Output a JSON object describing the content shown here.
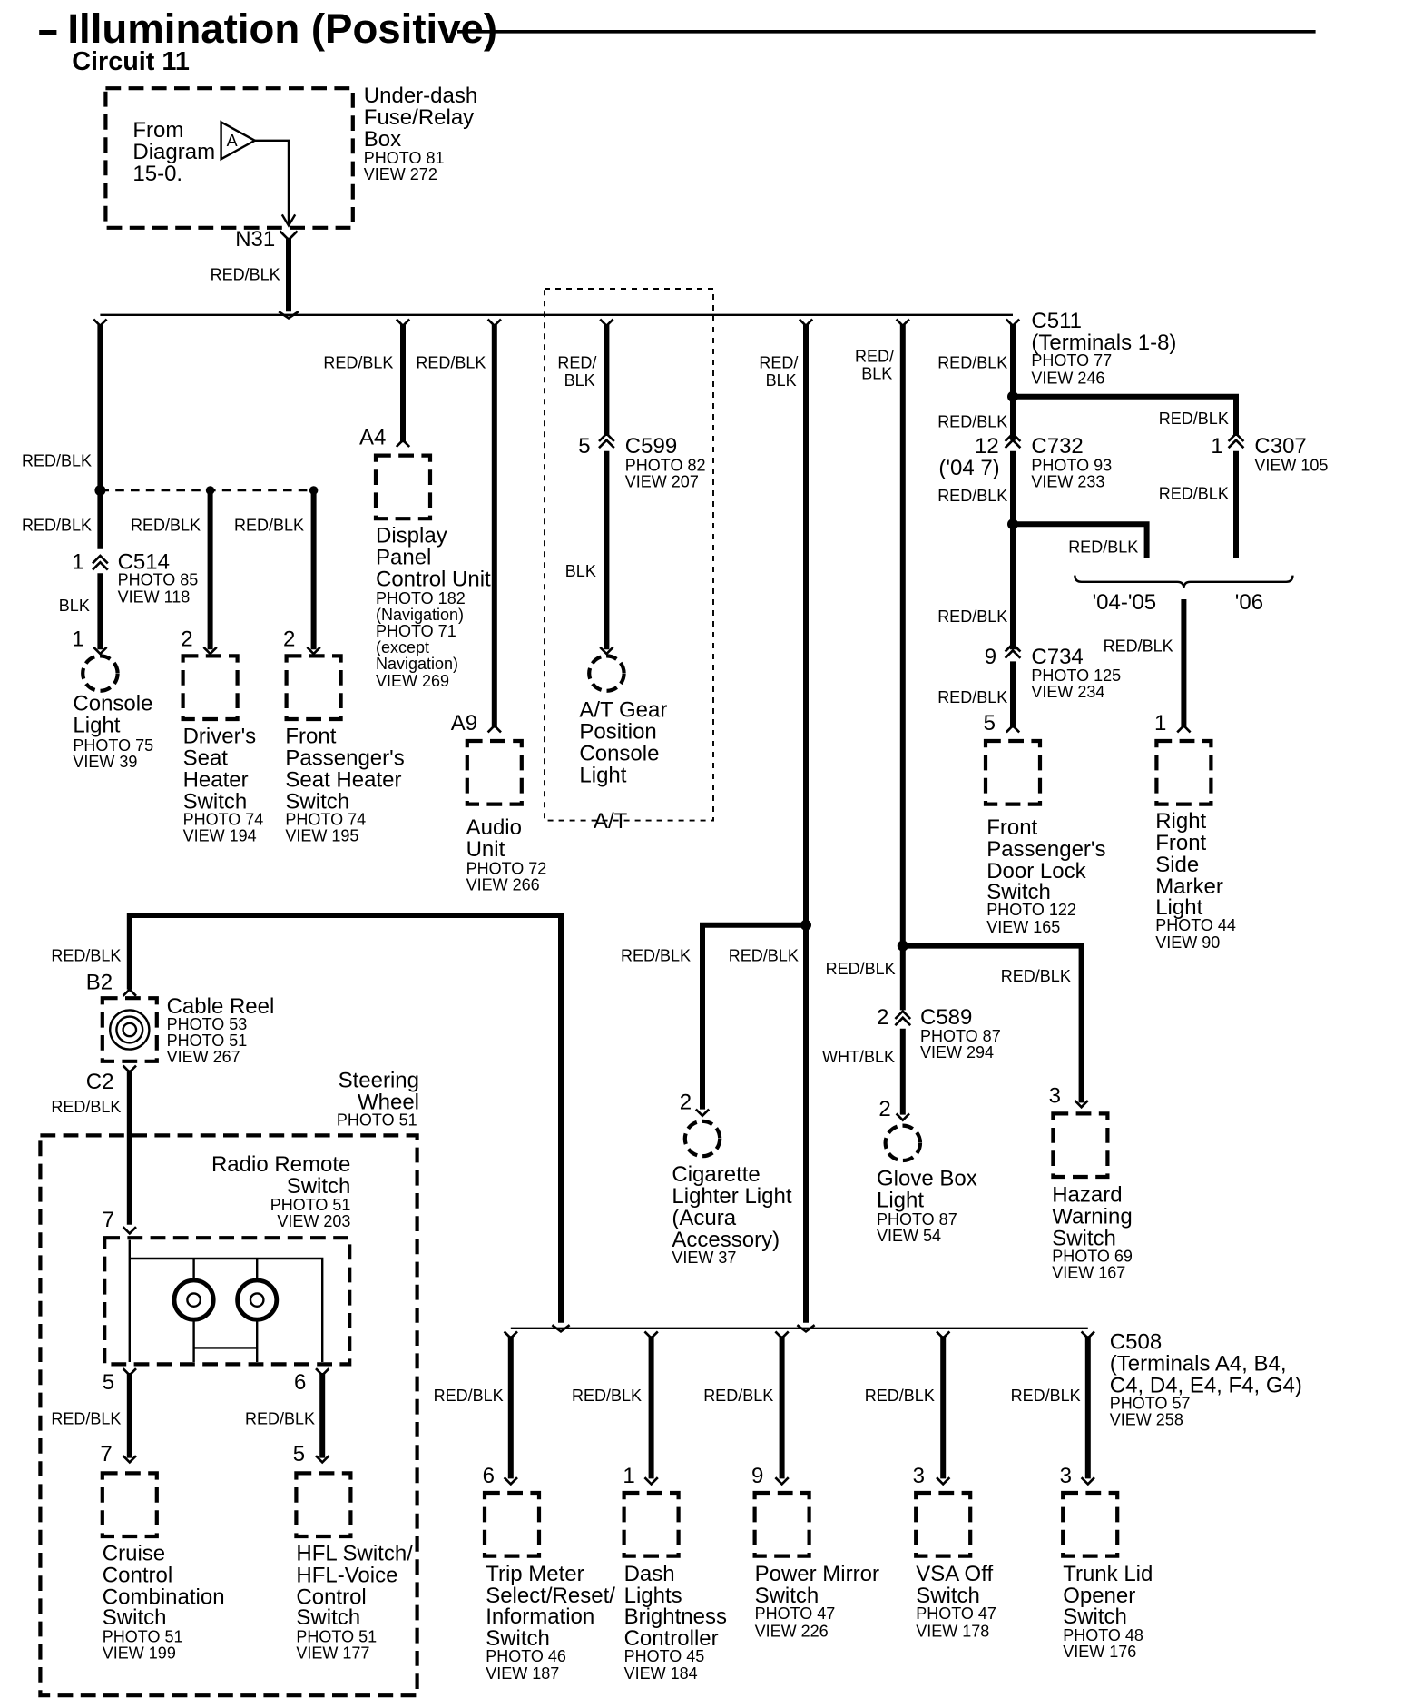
{
  "header": {
    "title": "Illumination (Positive)",
    "circuit": "Circuit 11"
  },
  "fusebox": {
    "name": [
      "Under-dash",
      "Fuse/Relay",
      "Box"
    ],
    "ref": [
      "PHOTO 81",
      "VIEW 272"
    ],
    "from": [
      "From",
      "Diagram",
      "15-0."
    ],
    "symbol": "A",
    "terminal": "N31",
    "wire": "RED/BLK"
  },
  "wire_labels": {
    "console_feed": "RED/BLK",
    "console_a": "RED/BLK",
    "driver_seat": "RED/BLK",
    "pass_seat": "RED/BLK",
    "console_b": "BLK",
    "display": "RED/BLK",
    "audio": "RED/BLK",
    "at_red": "RED/",
    "at_blk": "BLK",
    "at_low": "BLK",
    "cig_red": "RED/",
    "cig_blk": "BLK",
    "glove_red": "RED/",
    "glove_blk": "BLK",
    "c511_a": "RED/BLK",
    "c732_top": "RED/BLK",
    "c732_low": "RED/BLK",
    "c307_top": "RED/BLK",
    "c307_low": "RED/BLK",
    "fpdl_branch": "RED/BLK",
    "c734_top": "RED/BLK",
    "c734_low": "RED/BLK",
    "rfsm": "RED/BLK",
    "cable_top": "RED/BLK",
    "cable_low": "RED/BLK",
    "cig_low_l": "RED/BLK",
    "cig_low_r": "RED/BLK",
    "glove_top": "RED/BLK",
    "glove_low": "WHT/BLK",
    "hazard": "RED/BLK",
    "cruise": "RED/BLK",
    "hfl": "RED/BLK",
    "trip": "RED/BLK",
    "dash": "RED/BLK",
    "mirror": "RED/BLK",
    "vsa": "RED/BLK",
    "trunk": "RED/BLK"
  },
  "connectors": {
    "c514": {
      "name": "C514",
      "ref": [
        "PHOTO 85",
        "VIEW 118"
      ],
      "pin": "1"
    },
    "c599": {
      "name": "C599",
      "ref": [
        "PHOTO 82",
        "VIEW 207"
      ],
      "pin": "5"
    },
    "c511": {
      "name": "C511",
      "sub": "(Terminals 1-8)",
      "ref": [
        "PHOTO 77",
        "VIEW 246"
      ]
    },
    "c732": {
      "name": "C732",
      "ref": [
        "PHOTO 93",
        "VIEW 233"
      ],
      "pin": "12",
      "alt": "('04 7)"
    },
    "c307": {
      "name": "C307",
      "ref": [
        "VIEW 105"
      ],
      "pin": "1"
    },
    "c734": {
      "name": "C734",
      "ref": [
        "PHOTO 125",
        "VIEW 234"
      ],
      "pin": "9"
    },
    "c589": {
      "name": "C589",
      "ref": [
        "PHOTO 87",
        "VIEW 294"
      ],
      "pin": "2"
    },
    "c508": {
      "name": "C508",
      "sub": [
        "(Terminals A4, B4,",
        "C4, D4, E4, F4, G4)"
      ],
      "ref": [
        "PHOTO 57",
        "VIEW 258"
      ]
    }
  },
  "years": {
    "a": "'04-'05",
    "b": "'06"
  },
  "at_box": "A/T",
  "components": {
    "console_light": {
      "pin": "1",
      "name": [
        "Console",
        "Light"
      ],
      "ref": [
        "PHOTO 75",
        "VIEW 39"
      ]
    },
    "driver_seat": {
      "pin": "2",
      "name": [
        "Driver's",
        "Seat",
        "Heater",
        "Switch"
      ],
      "ref": [
        "PHOTO 74",
        "VIEW 194"
      ]
    },
    "pass_seat": {
      "pin": "2",
      "name": [
        "Front",
        "Passenger's",
        "Seat Heater",
        "Switch"
      ],
      "ref": [
        "PHOTO 74",
        "VIEW 195"
      ]
    },
    "display": {
      "pin": "A4",
      "name": [
        "Display",
        "Panel",
        "Control Unit"
      ],
      "ref": [
        "PHOTO 182",
        "(Navigation)",
        "PHOTO 71",
        "(except",
        "Navigation)",
        "VIEW 269"
      ]
    },
    "audio": {
      "pin": "A9",
      "name": [
        "Audio",
        "Unit"
      ],
      "ref": [
        "PHOTO 72",
        "VIEW 266"
      ]
    },
    "at_gear": {
      "name": [
        "A/T Gear",
        "Position",
        "Console",
        "Light"
      ]
    },
    "fpdl": {
      "pin": "5",
      "name": [
        "Front",
        "Passenger's",
        "Door Lock",
        "Switch"
      ],
      "ref": [
        "PHOTO 122",
        "VIEW 165"
      ]
    },
    "rfsm": {
      "pin": "1",
      "name": [
        "Right",
        "Front",
        "Side",
        "Marker",
        "Light"
      ],
      "ref": [
        "PHOTO 44",
        "VIEW 90"
      ]
    },
    "cable_reel": {
      "top_pin": "B2",
      "bottom_pin": "C2",
      "name": "Cable Reel",
      "ref": [
        "PHOTO 53",
        "PHOTO 51",
        "VIEW 267"
      ]
    },
    "steering": {
      "name": [
        "Steering",
        "Wheel"
      ],
      "ref": "PHOTO 51"
    },
    "radio_remote": {
      "pin_top": "7",
      "pin_l": "5",
      "pin_r": "6",
      "name": [
        "Radio Remote",
        "Switch"
      ],
      "ref": [
        "PHOTO 51",
        "VIEW 203"
      ]
    },
    "cruise": {
      "pin": "7",
      "name": [
        "Cruise",
        "Control",
        "Combination",
        "Switch"
      ],
      "ref": [
        "PHOTO 51",
        "VIEW 199"
      ]
    },
    "hfl": {
      "pin": "5",
      "name": [
        "HFL Switch/",
        "HFL-Voice",
        "Control",
        "Switch"
      ],
      "ref": [
        "PHOTO 51",
        "VIEW 177"
      ]
    },
    "cigarette": {
      "pin": "2",
      "name": [
        "Cigarette",
        "Lighter Light",
        "(Acura",
        "Accessory)"
      ],
      "ref": [
        "VIEW 37"
      ]
    },
    "glove": {
      "pin": "2",
      "name": [
        "Glove Box",
        "Light"
      ],
      "ref": [
        "PHOTO 87",
        "VIEW 54"
      ]
    },
    "hazard": {
      "pin": "3",
      "name": [
        "Hazard",
        "Warning",
        "Switch"
      ],
      "ref": [
        "PHOTO 69",
        "VIEW 167"
      ]
    },
    "trip": {
      "pin": "6",
      "name": [
        "Trip Meter",
        "Select/Reset/",
        "Information",
        "Switch"
      ],
      "ref": [
        "PHOTO 46",
        "VIEW 187"
      ]
    },
    "dash": {
      "pin": "1",
      "name": [
        "Dash",
        "Lights",
        "Brightness",
        "Controller"
      ],
      "ref": [
        "PHOTO 45",
        "VIEW 184"
      ]
    },
    "mirror": {
      "pin": "9",
      "name": [
        "Power Mirror",
        "Switch"
      ],
      "ref": [
        "PHOTO 47",
        "VIEW 226"
      ]
    },
    "vsa": {
      "pin": "3",
      "name": [
        "VSA Off",
        "Switch"
      ],
      "ref": [
        "PHOTO 47",
        "VIEW 178"
      ]
    },
    "trunk": {
      "pin": "3",
      "name": [
        "Trunk Lid",
        "Opener",
        "Switch"
      ],
      "ref": [
        "PHOTO 48",
        "VIEW 176"
      ]
    }
  }
}
